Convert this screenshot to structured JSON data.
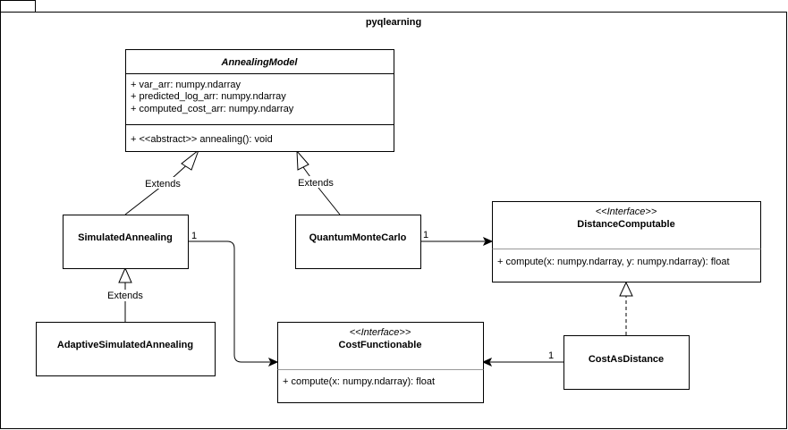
{
  "package": {
    "tab_label": "",
    "name": "pyqlearning"
  },
  "classes": {
    "annealing_model": {
      "name": "AnnealingModel",
      "attributes": [
        "+ var_arr: numpy.ndarray",
        "+ predicted_log_arr: numpy.ndarray",
        "+ computed_cost_arr: numpy.ndarray"
      ],
      "methods": [
        "+ <<abstract>> annealing(): void"
      ]
    },
    "simulated_annealing": {
      "name": "SimulatedAnnealing"
    },
    "quantum_monte_carlo": {
      "name": "QuantumMonteCarlo"
    },
    "adaptive_simulated_annealing": {
      "name": "AdaptiveSimulatedAnnealing"
    },
    "cost_as_distance": {
      "name": "CostAsDistance"
    },
    "distance_computable": {
      "stereotype": "<<Interface>>",
      "name": "DistanceComputable",
      "methods": [
        "+ compute(x: numpy.ndarray, y: numpy.ndarray): float"
      ]
    },
    "cost_functionable": {
      "stereotype": "<<Interface>>",
      "name": "CostFunctionable",
      "methods": [
        "+ compute(x: numpy.ndarray): float"
      ]
    }
  },
  "relations": {
    "sa_extends_label": "Extends",
    "qmc_extends_label": "Extends",
    "asa_extends_label": "Extends",
    "sa_cost_multiplicity": "1",
    "qmc_distance_multiplicity": "1",
    "cad_cost_multiplicity": "1"
  }
}
